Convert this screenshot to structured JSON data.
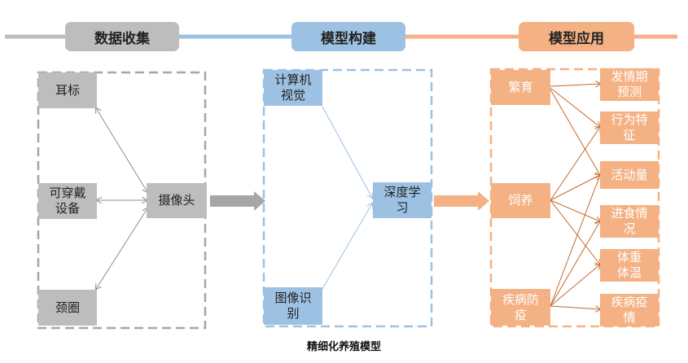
{
  "stages": {
    "collect": "数据收集",
    "build": "模型构建",
    "apply": "模型应用"
  },
  "collect": {
    "ear_tag": "耳标",
    "wearable": "可穿戴\n设备",
    "collar": "颈圈",
    "camera": "摄像头"
  },
  "build": {
    "computer_vision": "计算机\n视觉",
    "image_recognition": "图像识\n别",
    "deep_learning": "深度学\n习"
  },
  "apply": {
    "breeding": "繁育",
    "feeding": "饲养",
    "disease_prevention": "疾病防\n疫",
    "estrus": "发情期\n预测",
    "behavior": "行为特\n征",
    "activity": "活动量",
    "intake": "进食情\n况",
    "weight_temp": "体重\n体温",
    "epidemic": "疾病疫\n情"
  },
  "caption": "精细化养殖模型",
  "colors": {
    "gray": "#bdbdbd",
    "blue": "#9dc1e3",
    "orange": "#f4b183",
    "orange_line": "#c5692c"
  }
}
